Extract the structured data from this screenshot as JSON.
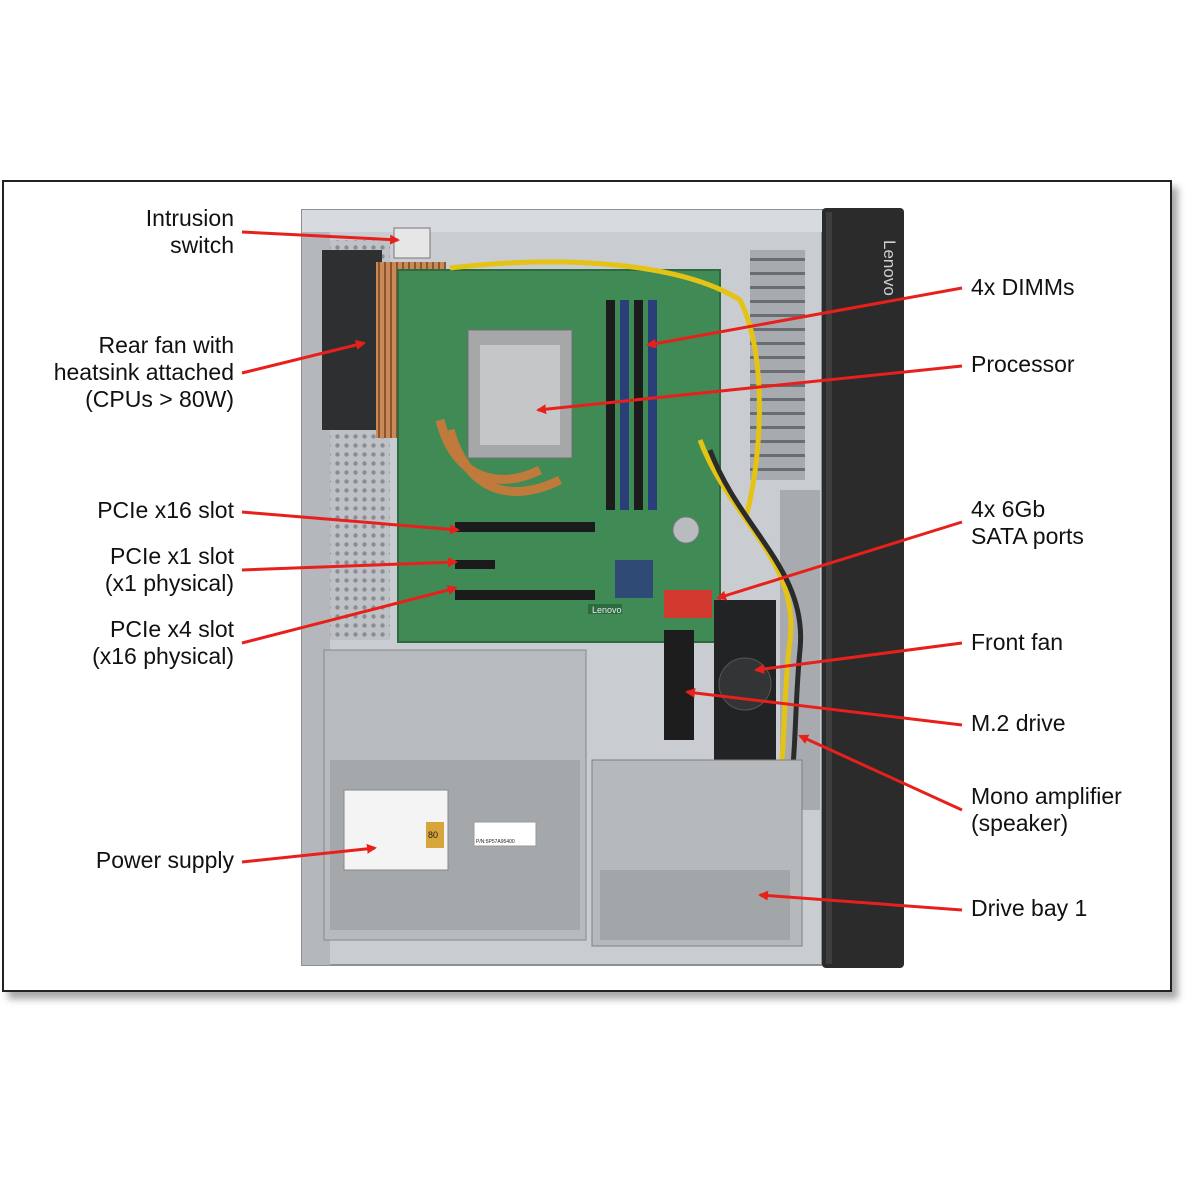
{
  "labels_left": {
    "intrusion_switch": [
      "Intrusion",
      "switch"
    ],
    "rear_fan": [
      "Rear fan with",
      "heatsink attached",
      "(CPUs > 80W)"
    ],
    "pcie_x16": [
      "PCIe x16 slot"
    ],
    "pcie_x1": [
      "PCIe x1 slot",
      "(x1 physical)"
    ],
    "pcie_x4": [
      "PCIe x4 slot",
      "(x16 physical)"
    ],
    "power_supply": [
      "Power supply"
    ]
  },
  "labels_right": {
    "dimms": [
      "4x DIMMs"
    ],
    "processor": [
      "Processor"
    ],
    "sata": [
      "4x 6Gb",
      "SATA ports"
    ],
    "front_fan": [
      "Front fan"
    ],
    "m2": [
      "M.2 drive"
    ],
    "amplifier": [
      "Mono amplifier",
      "(speaker)"
    ],
    "drive_bay": [
      "Drive bay 1"
    ]
  },
  "bezel_brand": "Lenovo",
  "board_brand": "Lenovo",
  "psu_badge": "80",
  "psu_pn": "P/N:5P57A95400",
  "colors": {
    "callout": "#e8201c",
    "board": "#3f8a55",
    "chassis": "#c9ccd0",
    "bezel": "#2b2b2b"
  }
}
